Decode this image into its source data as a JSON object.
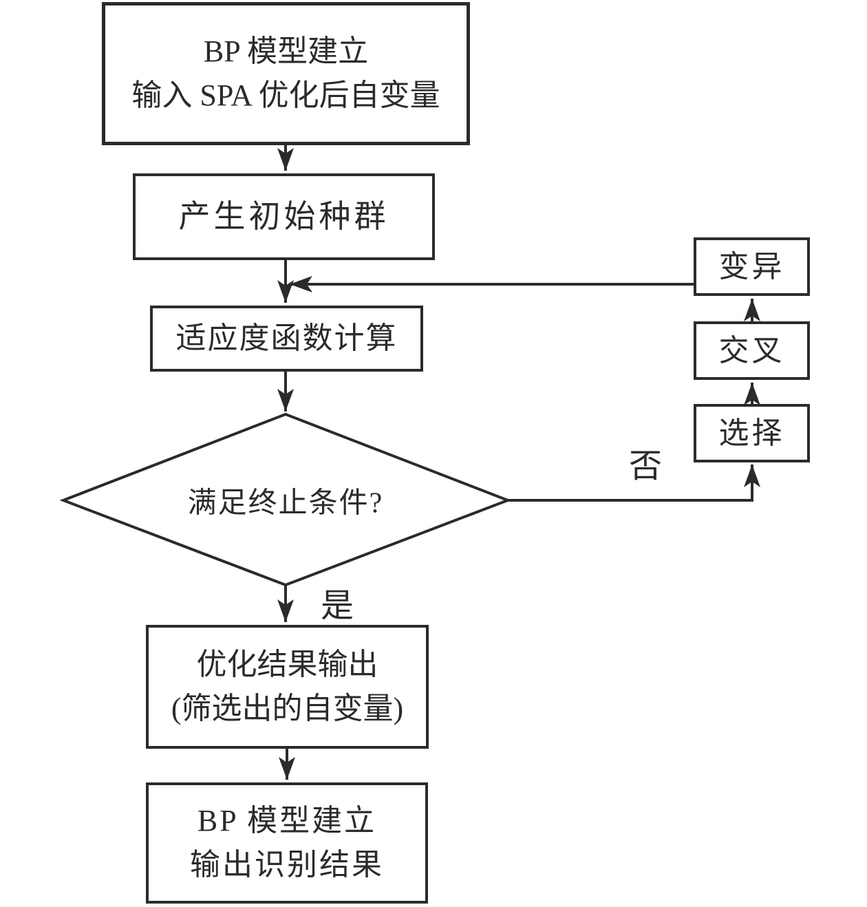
{
  "nodes": {
    "bp_input": {
      "line1": "BP 模型建立",
      "line2": "输入 SPA 优化后自变量"
    },
    "init_population": {
      "label": "产生初始种群"
    },
    "fitness": {
      "label": "适应度函数计算"
    },
    "decision": {
      "label": "满足终止条件?"
    },
    "mutation": {
      "label": "变异"
    },
    "crossover": {
      "label": "交叉"
    },
    "selection": {
      "label": "选择"
    },
    "output_result": {
      "line1": "优化结果输出",
      "line2": "(筛选出的自变量)"
    },
    "bp_output": {
      "line1": "BP 模型建立",
      "line2": "输出识别结果"
    }
  },
  "edge_labels": {
    "yes": "是",
    "no": "否"
  },
  "colors": {
    "background": "#ffffff",
    "line": "#2b2b2b",
    "text": "#2b2b2b"
  }
}
